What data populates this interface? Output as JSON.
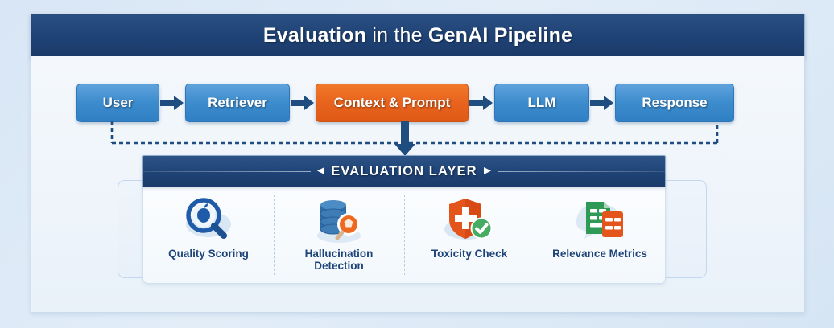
{
  "header": {
    "title_part1": "Evaluation",
    "title_part2": " in the ",
    "title_part3": "GenAI Pipeline",
    "background_color": "#1f4275",
    "text_color": "#ffffff"
  },
  "pipeline": {
    "nodes": [
      {
        "id": "user",
        "label": "User",
        "color": "#3d8ccd",
        "style": "blue"
      },
      {
        "id": "retriever",
        "label": "Retriever",
        "color": "#3d8ccd",
        "style": "blue"
      },
      {
        "id": "context",
        "label": "Context & Prompt",
        "color": "#e8631d",
        "style": "orange"
      },
      {
        "id": "llm",
        "label": "LLM",
        "color": "#3d8ccd",
        "style": "blue"
      },
      {
        "id": "response",
        "label": "Response",
        "color": "#3d8ccd",
        "style": "blue"
      }
    ],
    "connector_icon": "arrow-right-icon",
    "arrow_color": "#1f4d80",
    "feedback_line_style": "dashed",
    "feedback_line_color": "#1f4d80",
    "branch_icon": "arrow-down-icon"
  },
  "evaluation_layer": {
    "title": "EVALUATION LAYER",
    "header_color": "#1f4376",
    "left_marker_icon": "triangle-left-icon",
    "right_marker_icon": "triangle-right-icon",
    "cards": [
      {
        "id": "quality-scoring",
        "label": "Quality Scoring",
        "icon": "magnifier-quality-icon",
        "accent": "#1f5ba8"
      },
      {
        "id": "hallucination",
        "label": "Hallucination\nDetection",
        "icon": "database-magnifier-icon",
        "accent": "#2e6fa8"
      },
      {
        "id": "toxicity-check",
        "label": "Toxicity Check",
        "icon": "shield-check-icon",
        "accent": "#e4571d"
      },
      {
        "id": "relevance-metrics",
        "label": "Relevance Metrics",
        "icon": "documents-metrics-icon",
        "accent": "#2a9452"
      }
    ],
    "label_color": "#1d4378",
    "divider_style": "dashed"
  },
  "canvas": {
    "background_color": "#dbe7f4",
    "panel_color": "#f1f7fc"
  }
}
